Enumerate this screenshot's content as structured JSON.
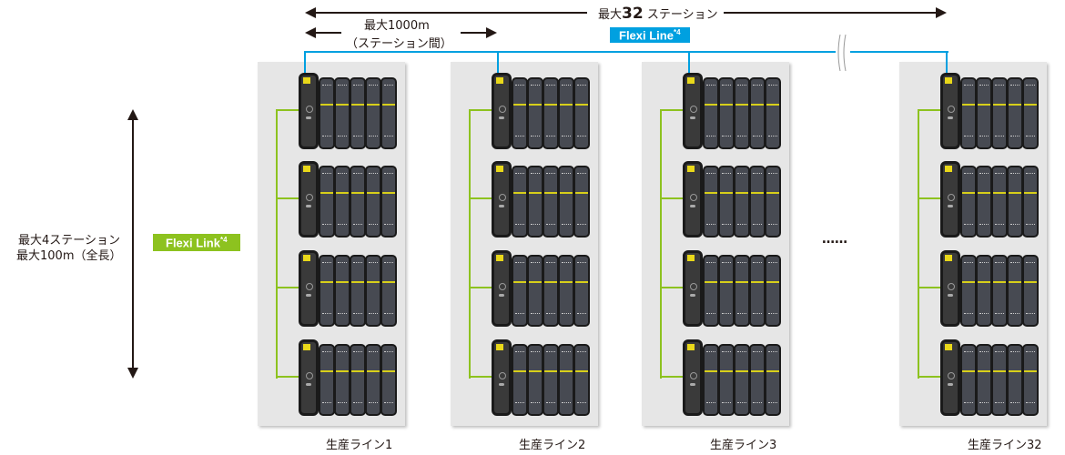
{
  "top": {
    "max_stations_prefix": "最大",
    "max_stations_num": "32",
    "max_stations_suffix": "ステーション",
    "max_distance": "最大1000m",
    "between_stations": "（ステーション間）",
    "flexi_line": "Flexi Line",
    "flexi_line_note": "*4"
  },
  "left": {
    "line1": "最大4ステーション",
    "line2": "最大100m（全長）",
    "flexi_link": "Flexi Link",
    "flexi_link_note": "*4"
  },
  "ellipsis": "……",
  "lines": [
    {
      "label": "生産ライン1"
    },
    {
      "label": "生産ライン2"
    },
    {
      "label": "生産ライン3"
    },
    {
      "label": "生産ライン32"
    }
  ],
  "stations_per_line": 4,
  "modules_per_station": 5,
  "colors": {
    "flexi_line": "#00a0e0",
    "flexi_link": "#8dc21f",
    "panel": "#e6e6e6"
  }
}
